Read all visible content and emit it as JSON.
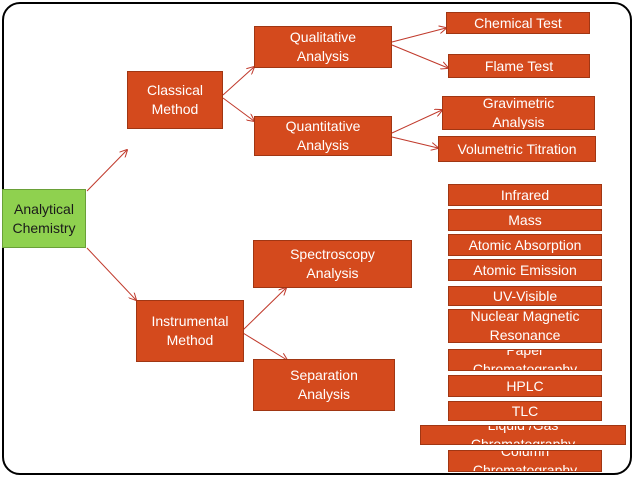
{
  "diagram": {
    "root": "Analytical\nChemistry",
    "classical": "Classical\nMethod",
    "instrumental": "Instrumental\nMethod",
    "qualitative": "Qualitative\nAnalysis",
    "quantitative": "Quantitative\nAnalysis",
    "spectroscopy": "Spectroscopy\nAnalysis",
    "separation": "Separation\nAnalysis",
    "chemical_test": "Chemical Test",
    "flame_test": "Flame Test",
    "gravimetric": "Gravimetric\nAnalysis",
    "volumetric": "Volumetric Titration",
    "infrared": "Infrared",
    "mass": "Mass",
    "atomic_absorption": "Atomic Absorption",
    "atomic_emission": "Atomic Emission",
    "uv_visible": "UV-Visible",
    "nmr": "Nuclear Magnetic\nResonance",
    "paper_chrom": "Paper\nChromatography",
    "hplc": "HPLC",
    "tlc": "TLC",
    "liquid_gas_chrom": "Liquid /Gas\nChromatography",
    "column_chrom": "Column\nChromatography"
  },
  "colors": {
    "box_fill": "#d44a1d",
    "root_fill": "#8fd14f",
    "arrow": "#c0392b"
  }
}
